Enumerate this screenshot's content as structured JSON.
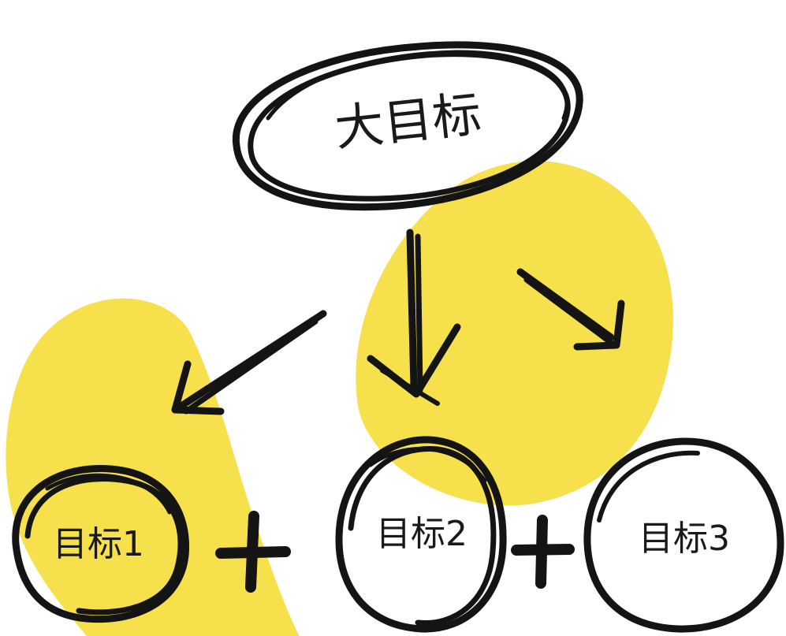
{
  "diagram": {
    "main_goal": "大目标",
    "sub_goals": [
      "目标1",
      "目标2",
      "目标3"
    ],
    "connector_symbol": "+",
    "colors": {
      "highlight": "#f6e04c",
      "ink": "#141414",
      "background": "#ffffff"
    }
  }
}
